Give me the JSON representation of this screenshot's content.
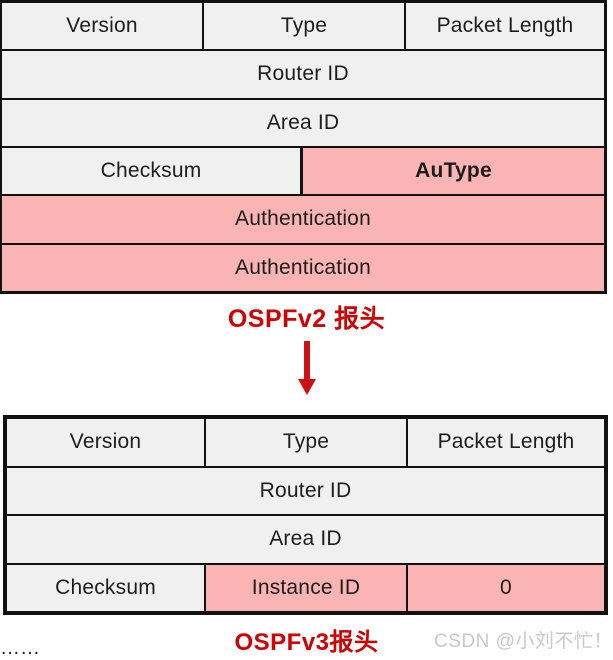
{
  "diagram": {
    "title_v2": "OSPFv2 报头",
    "title_v3": "OSPFv3报头",
    "colors": {
      "cell_default": "#f0f0f0",
      "cell_highlight": "#fab4b4",
      "border": "#111111",
      "caption_red": "#cc0000",
      "watermark_gray": "#c9c9c9"
    },
    "ospfv2_header": {
      "name": "OSPFv2 Header",
      "rows": [
        {
          "cells": [
            {
              "label": "Version",
              "highlight": false,
              "bold": false
            },
            {
              "label": "Type",
              "highlight": false,
              "bold": false
            },
            {
              "label": "Packet Length",
              "highlight": false,
              "bold": false
            }
          ]
        },
        {
          "cells": [
            {
              "label": "Router ID",
              "highlight": false,
              "bold": false
            }
          ]
        },
        {
          "cells": [
            {
              "label": "Area ID",
              "highlight": false,
              "bold": false
            }
          ]
        },
        {
          "cells": [
            {
              "label": "Checksum",
              "highlight": false,
              "bold": false
            },
            {
              "label": "AuType",
              "highlight": true,
              "bold": true
            }
          ]
        },
        {
          "cells": [
            {
              "label": "Authentication",
              "highlight": true,
              "bold": false
            }
          ]
        },
        {
          "cells": [
            {
              "label": "Authentication",
              "highlight": true,
              "bold": false
            }
          ]
        }
      ]
    },
    "ospfv3_header": {
      "name": "OSPFv3 Header",
      "rows": [
        {
          "cells": [
            {
              "label": "Version",
              "highlight": false,
              "bold": false
            },
            {
              "label": "Type",
              "highlight": false,
              "bold": false
            },
            {
              "label": "Packet Length",
              "highlight": false,
              "bold": false
            }
          ]
        },
        {
          "cells": [
            {
              "label": "Router ID",
              "highlight": false,
              "bold": false
            }
          ]
        },
        {
          "cells": [
            {
              "label": "Area ID",
              "highlight": false,
              "bold": false
            }
          ]
        },
        {
          "cells": [
            {
              "label": "Checksum",
              "highlight": false,
              "bold": false
            },
            {
              "label": "Instance ID",
              "highlight": true,
              "bold": false
            },
            {
              "label": "0",
              "highlight": true,
              "bold": false
            }
          ]
        }
      ]
    },
    "arrow": {
      "icon": "down-arrow-icon",
      "direction": "down"
    },
    "watermark": "CSDN @小刘不忙！",
    "cropped_bottom_text": "……"
  }
}
